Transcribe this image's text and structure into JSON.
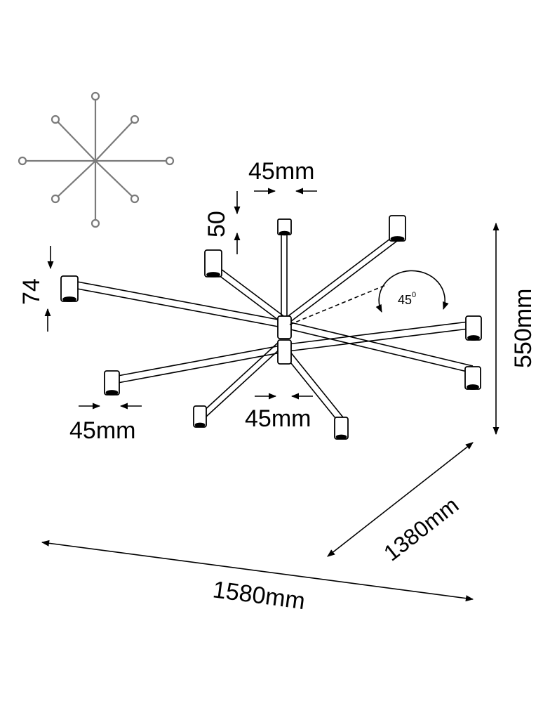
{
  "diagram": {
    "labels": {
      "top_spacing": "45mm",
      "height_small": "50",
      "height_large": "74",
      "angle_value": "45",
      "angle_unit": "0",
      "height_total": "550mm",
      "spacing_left": "45mm",
      "spacing_center": "45mm",
      "depth": "1380mm",
      "width": "1580mm"
    },
    "colors": {
      "line": "#000000",
      "schematic": "#7a7a7a",
      "background": "#ffffff"
    },
    "top_view_arm_count": 8
  }
}
